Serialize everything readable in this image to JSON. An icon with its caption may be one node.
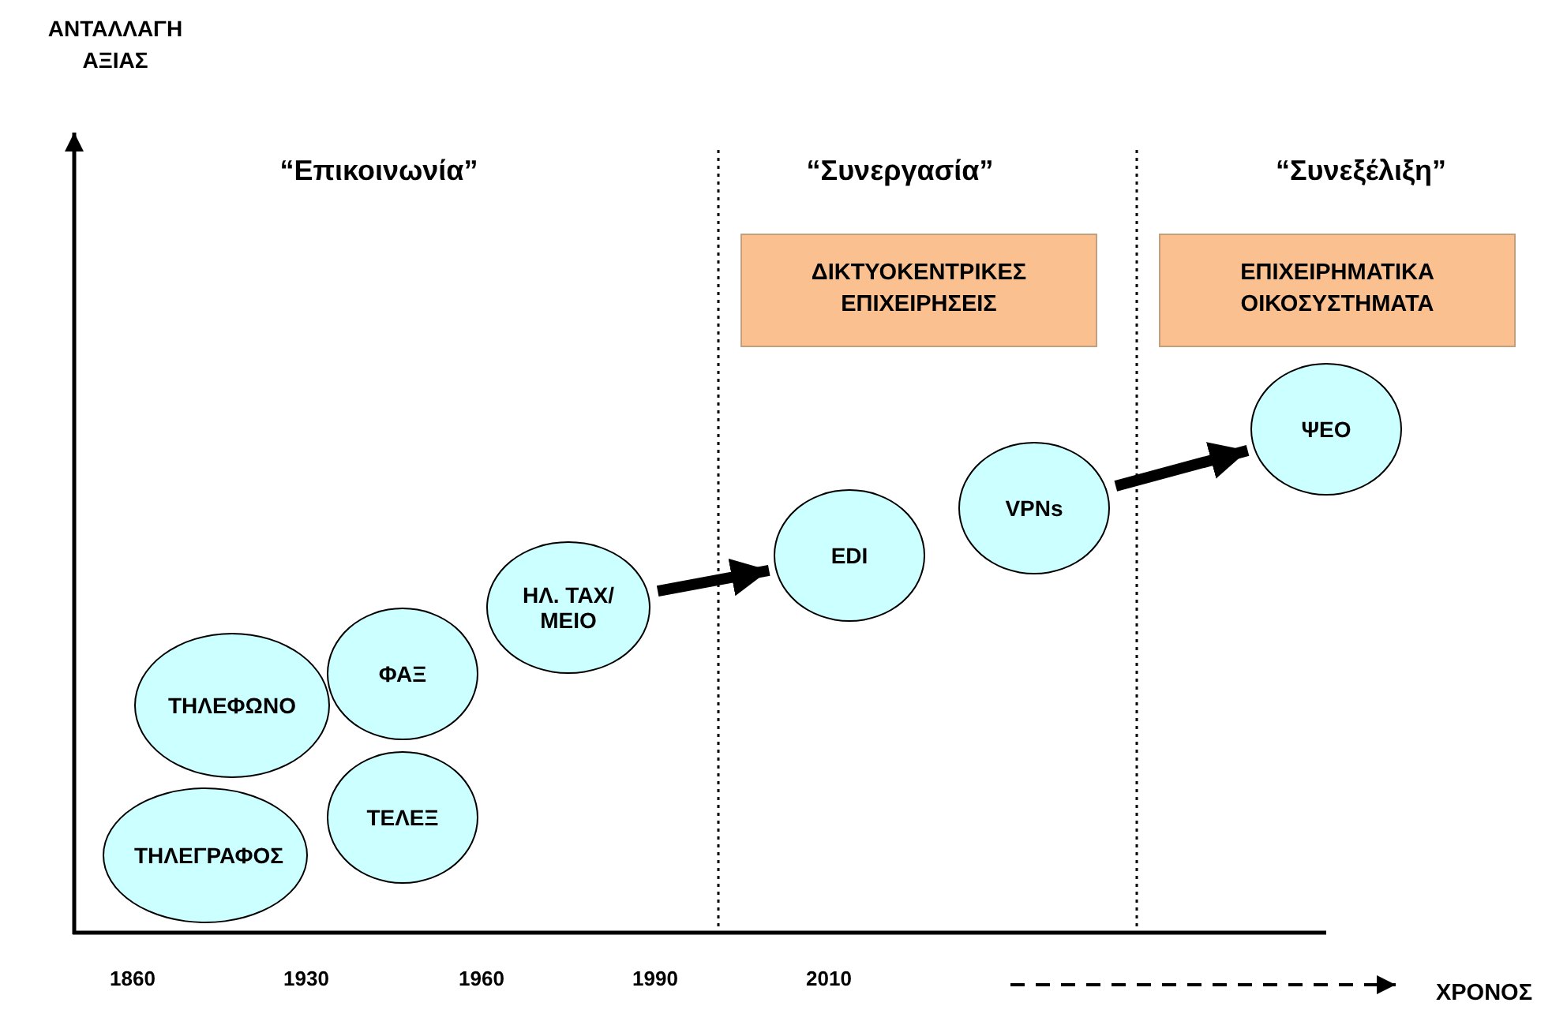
{
  "diagram": {
    "nodes": [
      {
        "text": [
          "ΔΙΚΤΥΟΚΕΝΤΡΙΚΕΣ ΕΠΙΧΕΙΡΗΣΕΙΣ"
        ]
      },
      {
        "text": [
          "ΕΠΙΧΕΙΡΗΜΑΤΙΚΑ ΟΙΚΟΣΥΣΤΗΜΑΤΑ"
        ]
      },
      {
        "text": [
          "ΨΕΟ"
        ]
      },
      {
        "text": [
          "VPNs"
        ]
      },
      {
        "text": [
          "EDI"
        ]
      },
      {
        "text": [
          "ΗΛ. ΤΑΧ/ΜΕΙΟ"
        ]
      },
      {
        "text": [
          "ΦΑΞ"
        ]
      },
      {
        "text": [
          "ΤΗΛΕΦΩΝΟ"
        ]
      },
      {
        "text": [
          "ΤΕΛΕΞ"
        ]
      },
      {
        "text": [
          "ΤΗΛΕΓΡΑΦΟΣ"
        ]
      }
    ],
    "edges": [
      {
        "from": 5,
        "to": 4,
        "arrow": "to"
      },
      {
        "from": 3,
        "to": 2,
        "arrow": "to"
      }
    ],
    "labels": [
      "ΑΝΤΑΛΛΑΓΗ ΑΞΙΑΣ",
      "“Επικοινωνία”",
      "“Συνεργασία”",
      "“Συνεξέλιξη”",
      "1860",
      "1930",
      "1960",
      "1990",
      "2010",
      "ΧΡΟΝΟΣ"
    ]
  }
}
